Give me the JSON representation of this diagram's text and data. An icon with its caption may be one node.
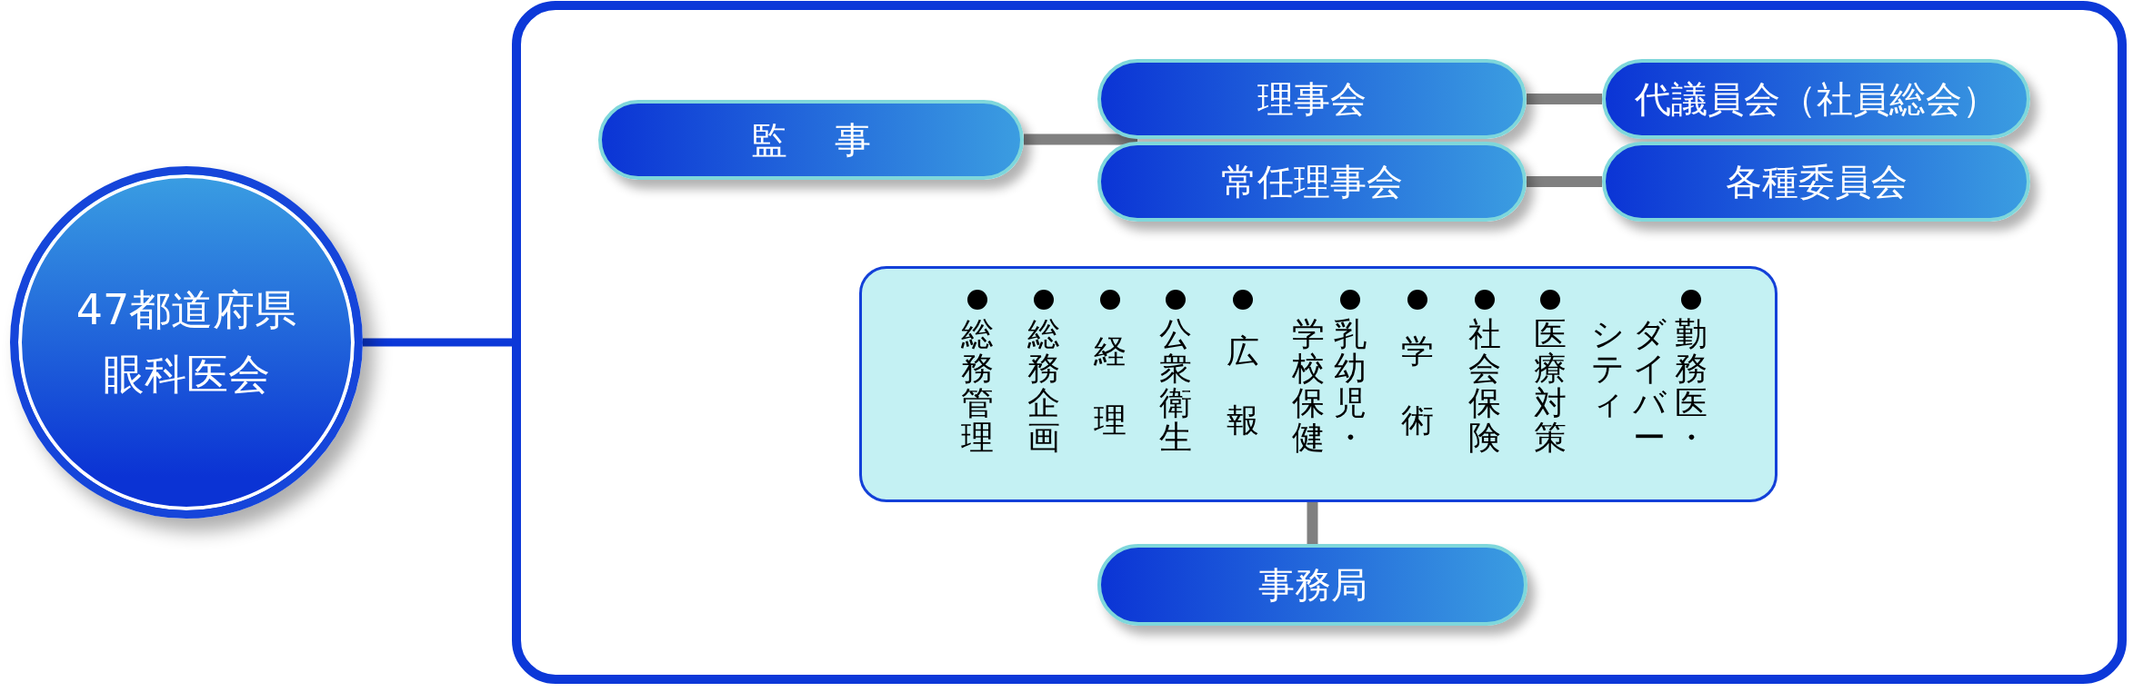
{
  "diagram": {
    "nodes": [
      {
        "text": [
          "47都道府県眼科医会"
        ]
      },
      {
        "text": [],
        "shape": "box"
      },
      {
        "text": [
          "監 事"
        ],
        "in": 1
      },
      {
        "text": [
          "理事会"
        ],
        "in": 1
      },
      {
        "text": [
          "代議員会（社員総会）"
        ],
        "in": 1
      },
      {
        "text": [
          "常任理事会"
        ],
        "in": 1
      },
      {
        "text": [
          "各種委員会"
        ],
        "in": 1
      },
      {
        "text": [
          "総務管理",
          "総務企画",
          "経理",
          "公衆衛生",
          "広報",
          "乳幼児・学校保健",
          "学術",
          "社会保険",
          "医療対策",
          "勤務医・ダイバーシティ"
        ],
        "in": 1
      },
      {
        "text": [
          "事務局"
        ],
        "in": 1
      }
    ],
    "edges": [
      {
        "from": 0,
        "to": 1,
        "arrow": "none",
        "color": "#0c38d8"
      },
      {
        "from": 2,
        "to": 3,
        "arrow": "none"
      },
      {
        "from": 2,
        "to": 5,
        "arrow": "none"
      },
      {
        "from": 3,
        "to": 4,
        "arrow": "none"
      },
      {
        "from": 5,
        "to": 6,
        "arrow": "none"
      },
      {
        "from": 7,
        "to": 8,
        "arrow": "none"
      }
    ]
  }
}
